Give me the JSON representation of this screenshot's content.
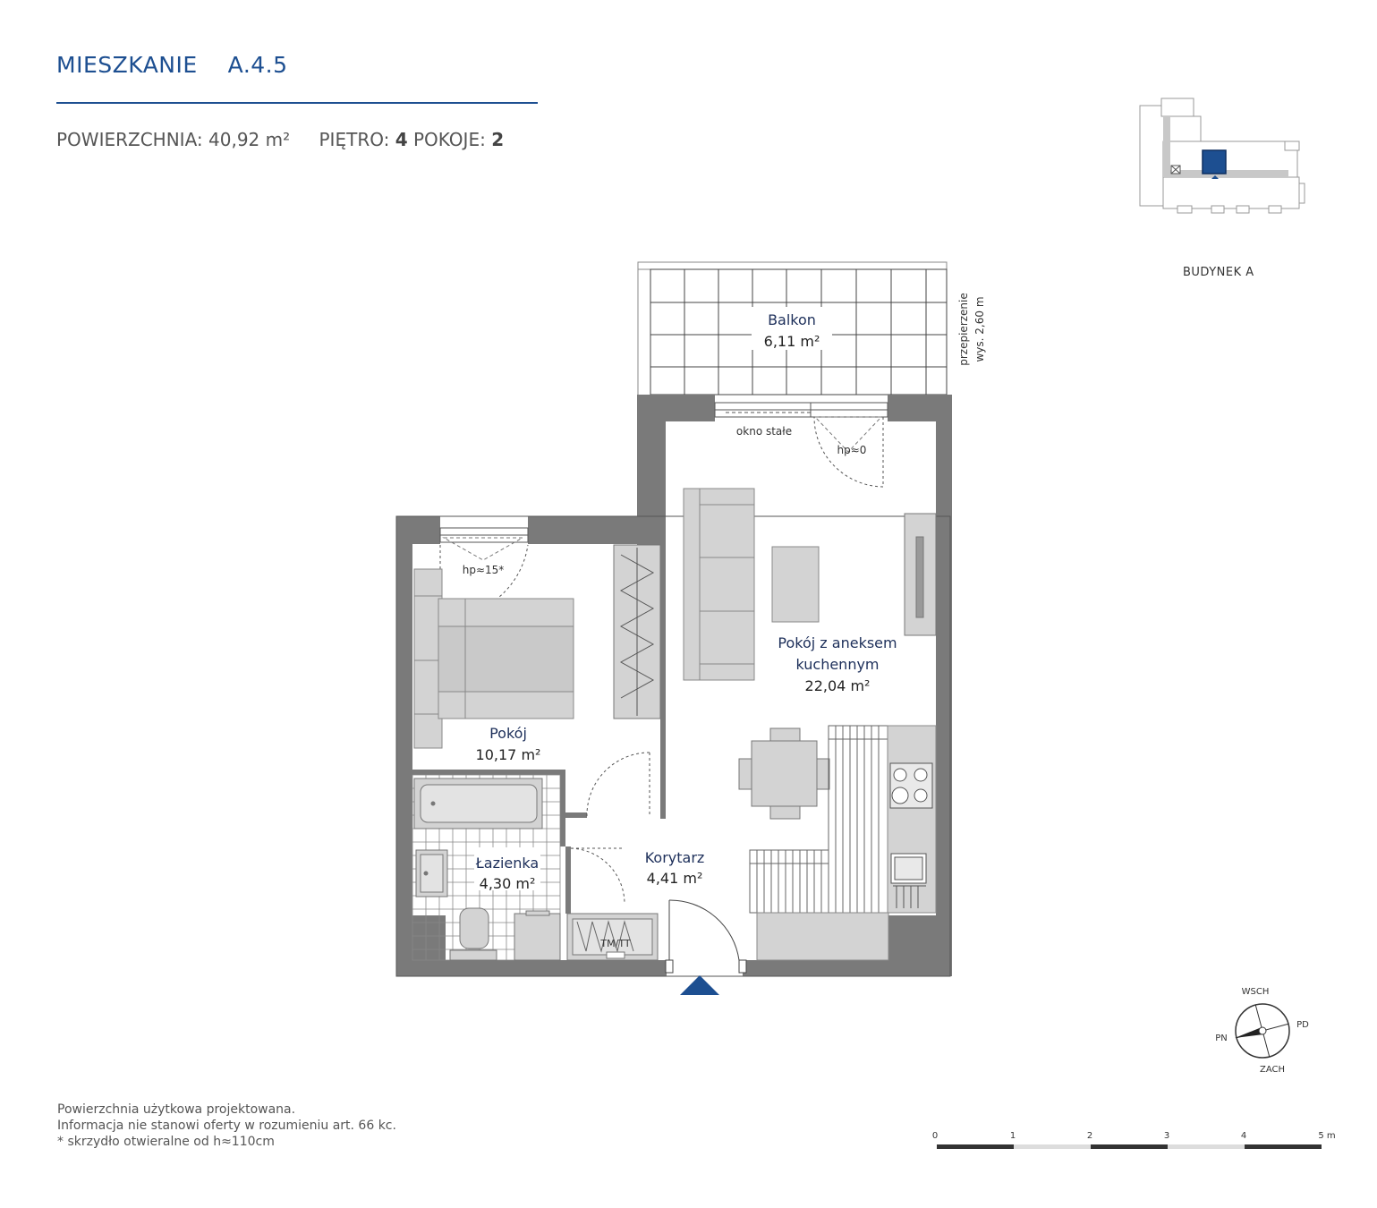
{
  "header": {
    "title_word": "MIESZKANIE",
    "title_code": "A.4.5",
    "area_label": "POWIERZCHNIA:",
    "area_value": "40,92 m²",
    "floor_label": "PIĘTRO:",
    "floor_value": "4",
    "rooms_label": "POKOJE:",
    "rooms_value": "2"
  },
  "keyplan": {
    "label": "BUDYNEK A"
  },
  "rooms": {
    "balcony_name": "Balkon",
    "balcony_area": "6,11 m²",
    "living_name_1": "Pokój z aneksem",
    "living_name_2": "kuchennym",
    "living_area": "22,04 m²",
    "bedroom_name": "Pokój",
    "bedroom_area": "10,17 m²",
    "bath_name": "Łazienka",
    "bath_area": "4,30 m²",
    "hall_name": "Korytarz",
    "hall_area": "4,41 m²"
  },
  "annotations": {
    "partition_1": "przepierzenie",
    "partition_2": "wys. 2,60 m",
    "fixed_window": "okno stałe",
    "hp_balcony": "hp≈0",
    "hp_bedroom": "hp≈15*",
    "tm_tt": "TM/TT"
  },
  "compass": {
    "north": "PN",
    "east": "WSCH",
    "south": "PD",
    "west": "ZACH"
  },
  "scale": {
    "ticks": [
      "0",
      "1",
      "2",
      "3",
      "4",
      "5 m"
    ]
  },
  "footer": {
    "line1": "Powierzchnia użytkowa projektowana.",
    "line2": "Informacja nie stanowi oferty w rozumieniu art. 66 kc.",
    "line3": "* skrzydło otwieralne od h≈110cm"
  },
  "colors": {
    "brand_blue": "#1d4f91",
    "wall": "#7a7a7a",
    "furniture": "#d3d3d3"
  }
}
